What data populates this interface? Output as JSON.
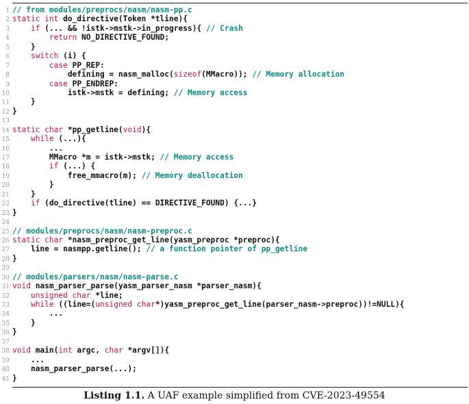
{
  "listing": {
    "lines": [
      {
        "n": "1",
        "segs": [
          {
            "t": "cm",
            "v": "// from modules/preprocs/nasm/nasm-pp.c"
          }
        ]
      },
      {
        "n": "2",
        "segs": [
          {
            "t": "kw",
            "v": "static int"
          },
          {
            "t": "tx",
            "v": " do_directive(Token *tline){"
          }
        ]
      },
      {
        "n": "3",
        "segs": [
          {
            "t": "tx",
            "v": "    "
          },
          {
            "t": "kw",
            "v": "if"
          },
          {
            "t": "tx",
            "v": " (... && !istk->mstk->in_progress){ "
          },
          {
            "t": "cm",
            "v": "// Crash"
          }
        ]
      },
      {
        "n": "4",
        "segs": [
          {
            "t": "tx",
            "v": "        "
          },
          {
            "t": "kw",
            "v": "return"
          },
          {
            "t": "tx",
            "v": " NO_DIRECTIVE_FOUND;"
          }
        ]
      },
      {
        "n": "5",
        "segs": [
          {
            "t": "tx",
            "v": "    }"
          }
        ]
      },
      {
        "n": "6",
        "segs": [
          {
            "t": "tx",
            "v": "    "
          },
          {
            "t": "kw",
            "v": "switch"
          },
          {
            "t": "tx",
            "v": " (i) {"
          }
        ]
      },
      {
        "n": "7",
        "segs": [
          {
            "t": "tx",
            "v": "        "
          },
          {
            "t": "kw",
            "v": "case"
          },
          {
            "t": "tx",
            "v": " PP_REP:"
          }
        ]
      },
      {
        "n": "8",
        "segs": [
          {
            "t": "tx",
            "v": "            defining = nasm_malloc("
          },
          {
            "t": "kw",
            "v": "sizeof"
          },
          {
            "t": "tx",
            "v": "(MMacro)); "
          },
          {
            "t": "cm",
            "v": "// Memory allocation"
          }
        ]
      },
      {
        "n": "9",
        "segs": [
          {
            "t": "tx",
            "v": "        "
          },
          {
            "t": "kw",
            "v": "case"
          },
          {
            "t": "tx",
            "v": " PP_ENDREP:"
          }
        ]
      },
      {
        "n": "10",
        "segs": [
          {
            "t": "tx",
            "v": "            istk->mstk = defining; "
          },
          {
            "t": "cm",
            "v": "// Memory access"
          }
        ]
      },
      {
        "n": "11",
        "segs": [
          {
            "t": "tx",
            "v": "    }"
          }
        ]
      },
      {
        "n": "12",
        "segs": [
          {
            "t": "tx",
            "v": "}"
          }
        ]
      },
      {
        "n": "13",
        "segs": [
          {
            "t": "tx",
            "v": ""
          }
        ]
      },
      {
        "n": "14",
        "segs": [
          {
            "t": "kw",
            "v": "static char"
          },
          {
            "t": "tx",
            "v": " *pp_getline("
          },
          {
            "t": "kw",
            "v": "void"
          },
          {
            "t": "tx",
            "v": "){"
          }
        ]
      },
      {
        "n": "15",
        "segs": [
          {
            "t": "tx",
            "v": "    "
          },
          {
            "t": "kw",
            "v": "while"
          },
          {
            "t": "tx",
            "v": " (...){"
          }
        ]
      },
      {
        "n": "16",
        "segs": [
          {
            "t": "tx",
            "v": "        ..."
          }
        ]
      },
      {
        "n": "17",
        "segs": [
          {
            "t": "tx",
            "v": "        MMacro *m = istk->mstk; "
          },
          {
            "t": "cm",
            "v": "// Memory access"
          }
        ]
      },
      {
        "n": "18",
        "segs": [
          {
            "t": "tx",
            "v": "        "
          },
          {
            "t": "kw",
            "v": "if"
          },
          {
            "t": "tx",
            "v": " (...) {"
          }
        ]
      },
      {
        "n": "19",
        "segs": [
          {
            "t": "tx",
            "v": "            free_mmacro(m); "
          },
          {
            "t": "cm",
            "v": "// Memory deallocation"
          }
        ]
      },
      {
        "n": "20",
        "segs": [
          {
            "t": "tx",
            "v": "        }"
          }
        ]
      },
      {
        "n": "21",
        "segs": [
          {
            "t": "tx",
            "v": "    }"
          }
        ]
      },
      {
        "n": "22",
        "segs": [
          {
            "t": "tx",
            "v": "    "
          },
          {
            "t": "kw",
            "v": "if"
          },
          {
            "t": "tx",
            "v": " (do_directive(tline) == DIRECTIVE_FOUND) {...}"
          }
        ]
      },
      {
        "n": "23",
        "segs": [
          {
            "t": "tx",
            "v": "}"
          }
        ]
      },
      {
        "n": "24",
        "segs": [
          {
            "t": "tx",
            "v": ""
          }
        ]
      },
      {
        "n": "25",
        "segs": [
          {
            "t": "cm",
            "v": "// modules/preprocs/nasm/nasm-preproc.c"
          }
        ]
      },
      {
        "n": "26",
        "segs": [
          {
            "t": "kw",
            "v": "static char"
          },
          {
            "t": "tx",
            "v": " *nasm_preproc_get_line(yasm_preproc *preproc){"
          }
        ]
      },
      {
        "n": "27",
        "segs": [
          {
            "t": "tx",
            "v": "    line = nasmpp.getline(); "
          },
          {
            "t": "cm",
            "v": "// a function pointer of pp_getline"
          }
        ]
      },
      {
        "n": "28",
        "segs": [
          {
            "t": "tx",
            "v": "}"
          }
        ]
      },
      {
        "n": "29",
        "segs": [
          {
            "t": "tx",
            "v": ""
          }
        ]
      },
      {
        "n": "30",
        "segs": [
          {
            "t": "cm",
            "v": "// modules/parsers/nasm/nasm-parse.c"
          }
        ]
      },
      {
        "n": "31",
        "segs": [
          {
            "t": "kw",
            "v": "void"
          },
          {
            "t": "tx",
            "v": " nasm_parser_parse(yasm_parser_nasm *parser_nasm){"
          }
        ]
      },
      {
        "n": "32",
        "segs": [
          {
            "t": "tx",
            "v": "    "
          },
          {
            "t": "kw",
            "v": "unsigned char"
          },
          {
            "t": "tx",
            "v": " *line;"
          }
        ]
      },
      {
        "n": "33",
        "segs": [
          {
            "t": "tx",
            "v": "    "
          },
          {
            "t": "kw",
            "v": "while"
          },
          {
            "t": "tx",
            "v": " ((line=("
          },
          {
            "t": "kw",
            "v": "unsigned char"
          },
          {
            "t": "tx",
            "v": "*)yasm_preproc_get_line(parser_nasm->preproc))!=NULL){"
          }
        ]
      },
      {
        "n": "34",
        "segs": [
          {
            "t": "tx",
            "v": "        ..."
          }
        ]
      },
      {
        "n": "35",
        "segs": [
          {
            "t": "tx",
            "v": "    }"
          }
        ]
      },
      {
        "n": "36",
        "segs": [
          {
            "t": "tx",
            "v": "}"
          }
        ]
      },
      {
        "n": "37",
        "segs": [
          {
            "t": "tx",
            "v": ""
          }
        ]
      },
      {
        "n": "38",
        "segs": [
          {
            "t": "kw",
            "v": "void"
          },
          {
            "t": "tx",
            "v": " main("
          },
          {
            "t": "kw",
            "v": "int"
          },
          {
            "t": "tx",
            "v": " argc, "
          },
          {
            "t": "kw",
            "v": "char"
          },
          {
            "t": "tx",
            "v": " *argv[]){"
          }
        ]
      },
      {
        "n": "39",
        "segs": [
          {
            "t": "tx",
            "v": "    ..."
          }
        ]
      },
      {
        "n": "40",
        "segs": [
          {
            "t": "tx",
            "v": "    nasm_parser_parse(...);"
          }
        ]
      },
      {
        "n": "41",
        "segs": [
          {
            "t": "tx",
            "v": "}"
          }
        ]
      }
    ]
  },
  "caption": {
    "label": "Listing 1.1.",
    "text": " A UAF example simplified from CVE-2023-49554"
  },
  "colors": {
    "keyword": "#c8104a",
    "comment": "#0f8a8a",
    "text": "#111111",
    "line_number": "#999999"
  }
}
